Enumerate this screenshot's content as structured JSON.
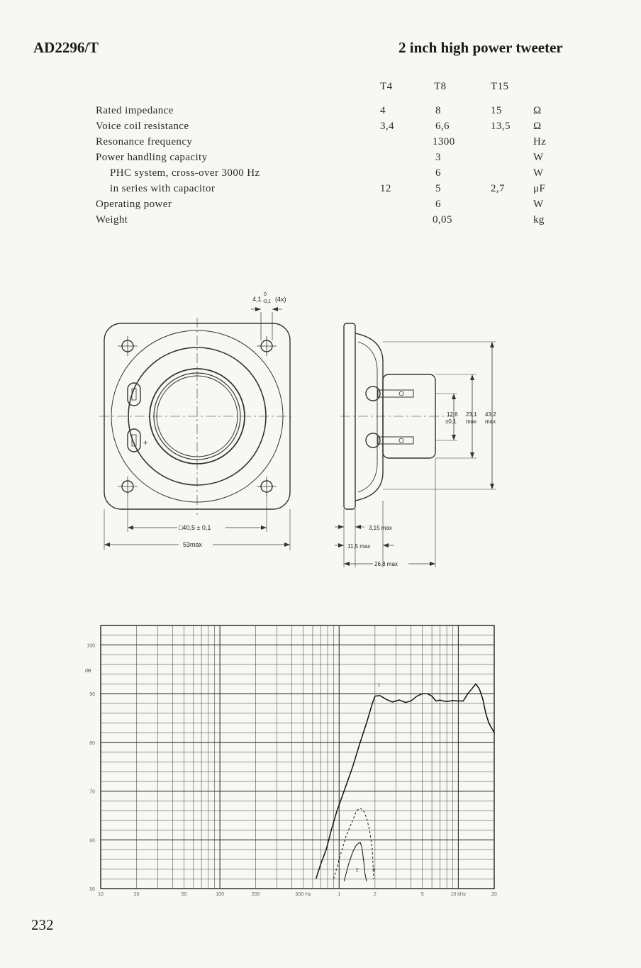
{
  "header": {
    "model": "AD2296/T",
    "description": "2 inch high power tweeter"
  },
  "specs": {
    "columns": [
      "T4",
      "T8",
      "T15"
    ],
    "rows": [
      {
        "label": "Rated impedance",
        "t4": "4",
        "t8": "8",
        "t15": "15",
        "unit": "Ω"
      },
      {
        "label": "Voice coil resistance",
        "t4": "3,4",
        "t8": "6,6",
        "t15": "13,5",
        "unit": "Ω"
      },
      {
        "label": "Resonance frequency",
        "t4": "",
        "t8": "1300",
        "t15": "",
        "unit": "Hz"
      },
      {
        "label": "Power handling capacity",
        "t4": "",
        "t8": "3",
        "t15": "",
        "unit": "W"
      },
      {
        "label": "PHC system, cross-over 3000 Hz",
        "t4": "",
        "t8": "6",
        "t15": "",
        "unit": "W"
      },
      {
        "label": "in series with capacitor",
        "t4": "12",
        "t8": "5",
        "t15": "2,7",
        "unit": "μF"
      },
      {
        "label": "Operating power",
        "t4": "",
        "t8": "6",
        "t15": "",
        "unit": "W"
      },
      {
        "label": "Weight",
        "t4": "",
        "t8": "0,05",
        "t15": "",
        "unit": "kg"
      }
    ]
  },
  "drawing": {
    "hole_dim_top": "4,1",
    "hole_tol_upper": "0",
    "hole_tol_lower": "-0,1",
    "hole_count": "(4x)",
    "plus_sign": "+",
    "square_dim": "□40,5 ± 0,1",
    "width_dim": "53max",
    "dim_12_6": "12,6",
    "dim_12_6_tol": "±0,1",
    "dim_23_1": "23,1",
    "dim_23_1_note": "max",
    "dim_43_2": "43,2",
    "dim_43_2_note": "max",
    "dim_3_15": "3,15 max",
    "dim_11_5": "11,5 max",
    "dim_26_8": "26,8 max"
  },
  "chart_data": {
    "type": "line",
    "x_scale": "log",
    "xlim": [
      10,
      20000
    ],
    "ylim": [
      50,
      104
    ],
    "yticks": [
      50,
      60,
      70,
      80,
      90,
      100
    ],
    "ytick_labels": [
      "50",
      "60",
      "70",
      "80",
      "90",
      "100"
    ],
    "ylabel": "dB",
    "xticks": [
      10,
      20,
      50,
      100,
      200,
      500,
      1000,
      2000,
      5000,
      10000,
      20000
    ],
    "xtick_labels": [
      "10",
      "20",
      "50",
      "100",
      "200",
      "500 Hz",
      "1",
      "2",
      "5",
      "10 kHz",
      "20"
    ],
    "grid": true,
    "series": [
      {
        "name": "1",
        "style": "solid",
        "x": [
          640,
          700,
          780,
          860,
          960,
          1100,
          1300,
          1500,
          1700,
          1900,
          2000,
          2200,
          2500,
          2800,
          3200,
          3600,
          4000,
          4500,
          5000,
          5500,
          6000,
          6500,
          7000,
          7500,
          8000,
          9000,
          10000,
          11000,
          12000,
          13000,
          14000,
          15000,
          16000,
          17000,
          18000,
          20000
        ],
        "y": [
          52,
          55,
          58,
          62,
          66,
          70,
          75,
          80,
          84,
          88,
          89.5,
          89.6,
          88.8,
          88.3,
          88.7,
          88.2,
          88.5,
          89.5,
          90,
          90,
          89.5,
          88.5,
          88.7,
          88.5,
          88.4,
          88.6,
          88.5,
          88.5,
          90,
          91,
          92,
          91,
          89,
          86,
          84,
          82
        ]
      },
      {
        "name": "2",
        "style": "solid",
        "x": [
          1100,
          1200,
          1300,
          1400,
          1500,
          1550,
          1600,
          1650,
          1700
        ],
        "y": [
          51.5,
          55,
          57.5,
          59,
          59.5,
          58.5,
          56,
          53,
          51.5
        ]
      },
      {
        "name": "3",
        "style": "dashed",
        "x": [
          900,
          1000,
          1150,
          1300,
          1400,
          1500,
          1600,
          1700,
          1800,
          1900,
          1950
        ],
        "y": [
          52,
          56,
          61,
          64,
          66,
          66.5,
          66,
          64.5,
          62,
          58,
          52
        ]
      }
    ]
  }
}
